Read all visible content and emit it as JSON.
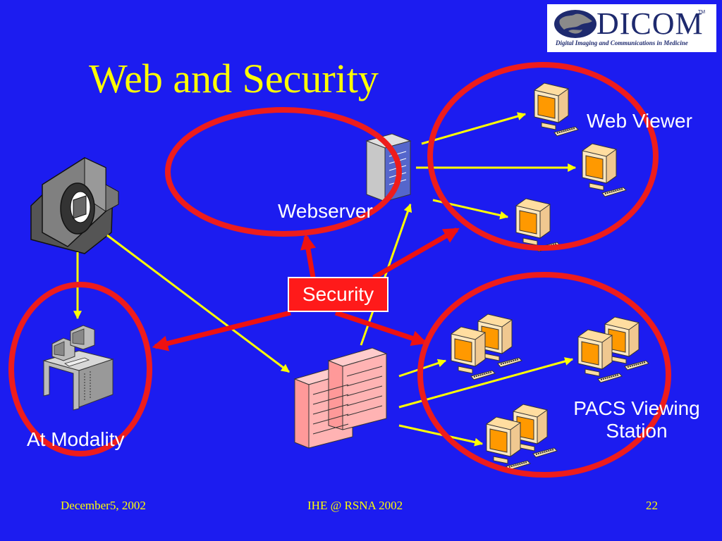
{
  "slide": {
    "title": "Web and Security",
    "background": "#1c1cf0",
    "title_color": "#ffff00"
  },
  "logo": {
    "word": "DICOM",
    "tagline": "Digital Imaging and Communications in Medicine",
    "tm": "TM"
  },
  "labels": {
    "webserver": "Webserver",
    "web_viewer": "Web Viewer",
    "security": "Security",
    "at_modality": "At Modality",
    "pacs_line1": "PACS Viewing",
    "pacs_line2": "Station"
  },
  "footer": {
    "date": "December5, 2002",
    "center": "IHE @ RSNA 2002",
    "page": "22"
  },
  "colors": {
    "arrow_yellow": "#ffff00",
    "security_red": "#ee1111",
    "ring_red": "#ee1c1c",
    "computer_orange": "#ffaa00",
    "server_pink": "#ffb3b3"
  },
  "icons": [
    "ct-scanner-icon",
    "server-tower-icon",
    "workstation-icon",
    "computer-icon",
    "dual-monitor-icon",
    "server-rack-icon",
    "globe-icon"
  ]
}
